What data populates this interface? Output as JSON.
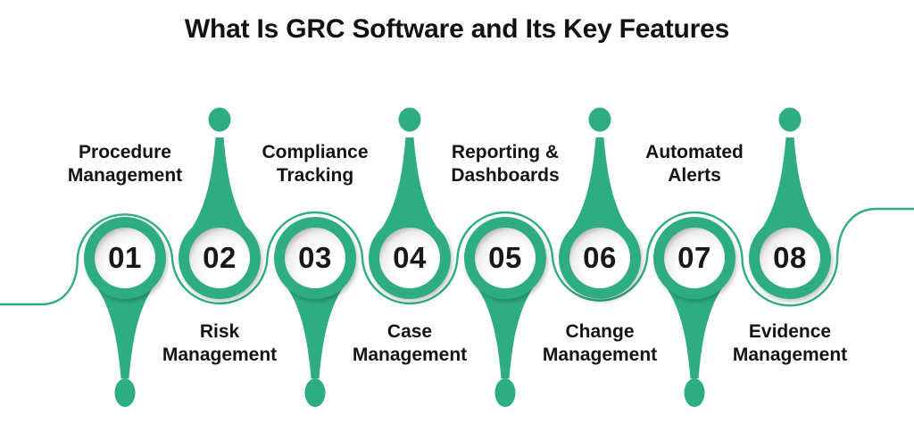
{
  "title": "What Is GRC Software and Its Key Features",
  "colors": {
    "accent": "#2EAD83",
    "title_text": "#121212",
    "label_text": "#141414",
    "number_text": "#181818",
    "inner_shadow": "#a6a6a6"
  },
  "milestones": [
    {
      "number": "01",
      "label": "Procedure\nManagement",
      "label_position": "above"
    },
    {
      "number": "02",
      "label": "Risk\nManagement",
      "label_position": "below"
    },
    {
      "number": "03",
      "label": "Compliance\nTracking",
      "label_position": "above"
    },
    {
      "number": "04",
      "label": "Case\nManagement",
      "label_position": "below"
    },
    {
      "number": "05",
      "label": "Reporting &\nDashboards",
      "label_position": "above"
    },
    {
      "number": "06",
      "label": "Change\nManagement",
      "label_position": "below"
    },
    {
      "number": "07",
      "label": "Automated\nAlerts",
      "label_position": "above"
    },
    {
      "number": "08",
      "label": "Evidence\nManagement",
      "label_position": "below"
    }
  ]
}
